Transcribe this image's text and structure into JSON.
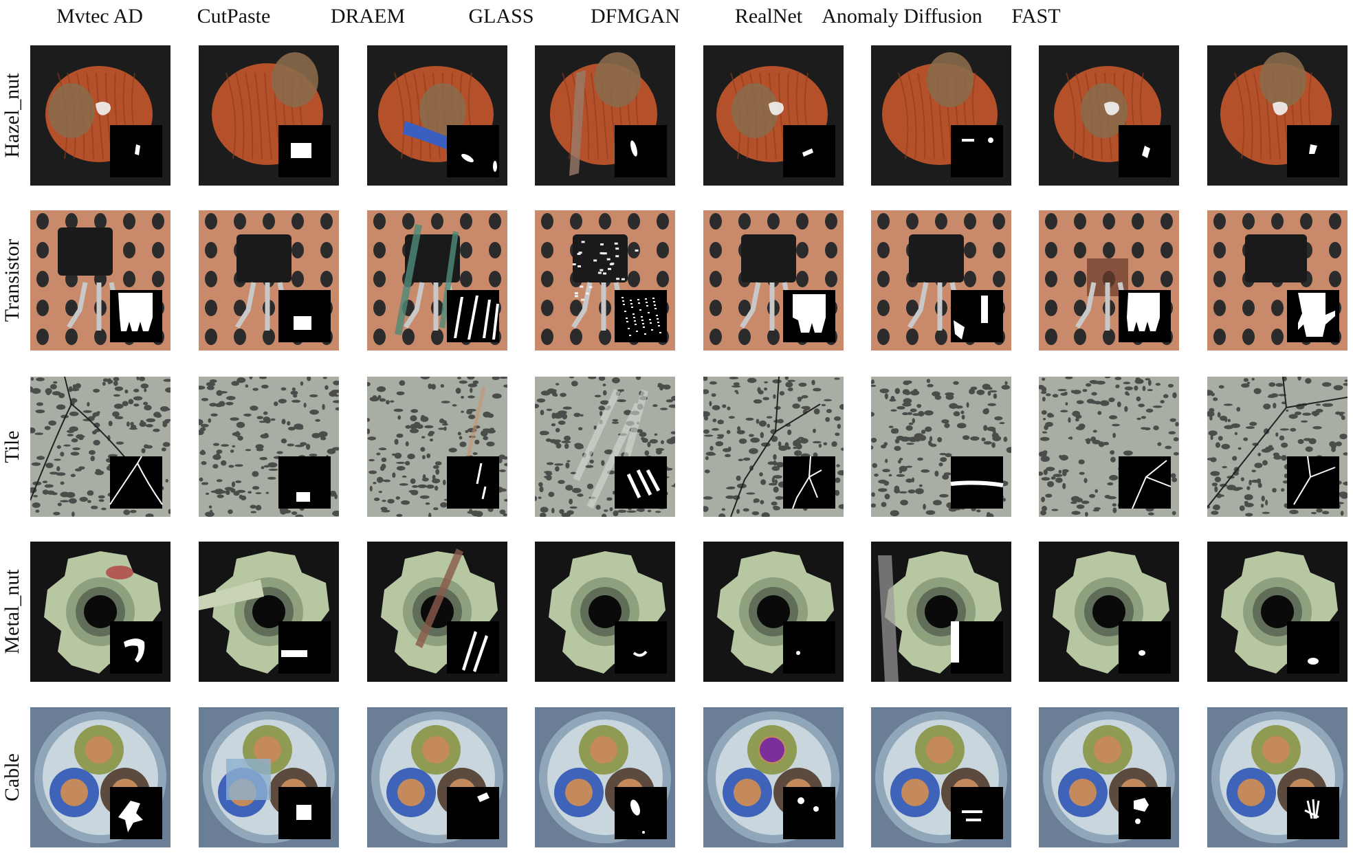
{
  "columns": [
    "Mvtec AD",
    "CutPaste",
    "DRAEM",
    "GLASS",
    "DFMGAN",
    "RealNet",
    "Anomaly Diffusion",
    "FAST"
  ],
  "rows": [
    "Hazel_nut",
    "Transistor",
    "Tile",
    "Metal_nut",
    "Cable"
  ],
  "colors": {
    "hazel_bg": "#1c1c1c",
    "hazel_shell": "#b5512a",
    "hazel_top": "#8a6a4a",
    "transistor_board": "#c98a6c",
    "transistor_hole": "#2b2b2b",
    "transistor_body": "#1a1a1a",
    "transistor_leg": "#c8c8c8",
    "tile_bg": "#a9aea5",
    "tile_spot": "#4a4d4a",
    "metal_bg": "#141414",
    "metal_body": "#b7c7a2",
    "metal_hole": "#0a0a0a",
    "cable_bg": "#6a7f96",
    "cable_sheath": "#c9d6dd",
    "cable_green": "#8f9a52",
    "cable_blue": "#3e63b8",
    "cable_brown": "#5c4a3f",
    "cable_copper": "#c48a5c",
    "mask_bg": "#000000",
    "mask_fg": "#ffffff"
  }
}
